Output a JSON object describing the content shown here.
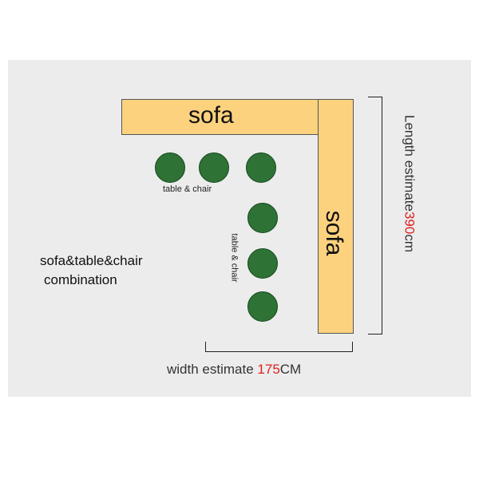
{
  "sofa": {
    "label_horizontal": "sofa",
    "label_vertical": "sofa"
  },
  "tables": {
    "row_label": "table & chair",
    "column_label": "table & chair",
    "row_count": 3,
    "column_count": 3
  },
  "combination": {
    "line1": "sofa&table&chair",
    "line2": "combination"
  },
  "dimensions": {
    "length": {
      "prefix": "Length estimate",
      "value": "390",
      "unit": "cm"
    },
    "width": {
      "prefix": "width estimate",
      "value": "175",
      "unit": "CM"
    }
  },
  "colors": {
    "sofa": "#fcd27f",
    "table": "#2e7235",
    "highlight_number": "#e02020",
    "panel": "#ececec"
  }
}
